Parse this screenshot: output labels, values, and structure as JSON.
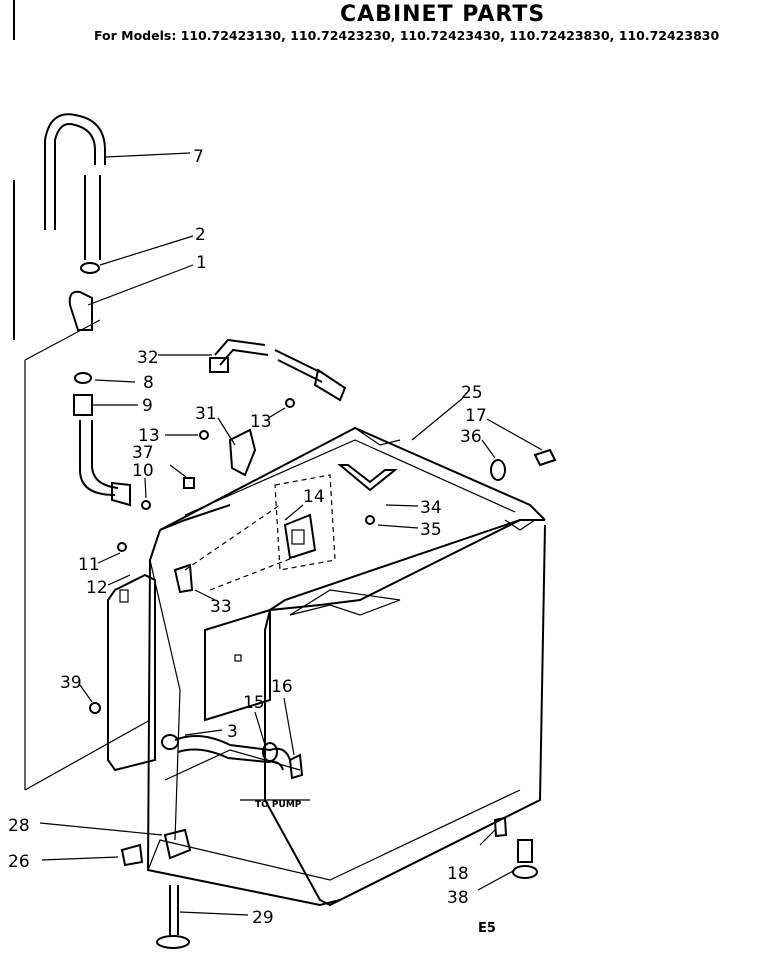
{
  "header": {
    "title": "CABINET PARTS",
    "models": "For Models: 110.72423130, 110.72423230, 110.72423430, 110.72423830, 110.72423830"
  },
  "diagram": {
    "to_pump": "TO PUMP",
    "page_code": "E5",
    "callouts": {
      "c7": "7",
      "c2": "2",
      "c1": "1",
      "c32": "32",
      "c8": "8",
      "c9": "9",
      "c31": "31",
      "c13a": "13",
      "c13b": "13",
      "c37": "37",
      "c10": "10",
      "c25": "25",
      "c17": "17",
      "c36": "36",
      "c14": "14",
      "c34": "34",
      "c35": "35",
      "c11": "11",
      "c12": "12",
      "c33": "33",
      "c39": "39",
      "c15": "15",
      "c16": "16",
      "c3": "3",
      "c28": "28",
      "c26": "26",
      "c18": "18",
      "c38": "38",
      "c29": "29"
    }
  }
}
